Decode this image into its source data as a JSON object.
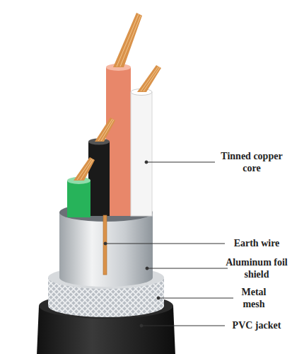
{
  "diagram": {
    "labels": [
      "Tinned copper core",
      "Earth wire",
      "Aluminum foil shield",
      "Metal mesh",
      "PVC jacket"
    ]
  }
}
